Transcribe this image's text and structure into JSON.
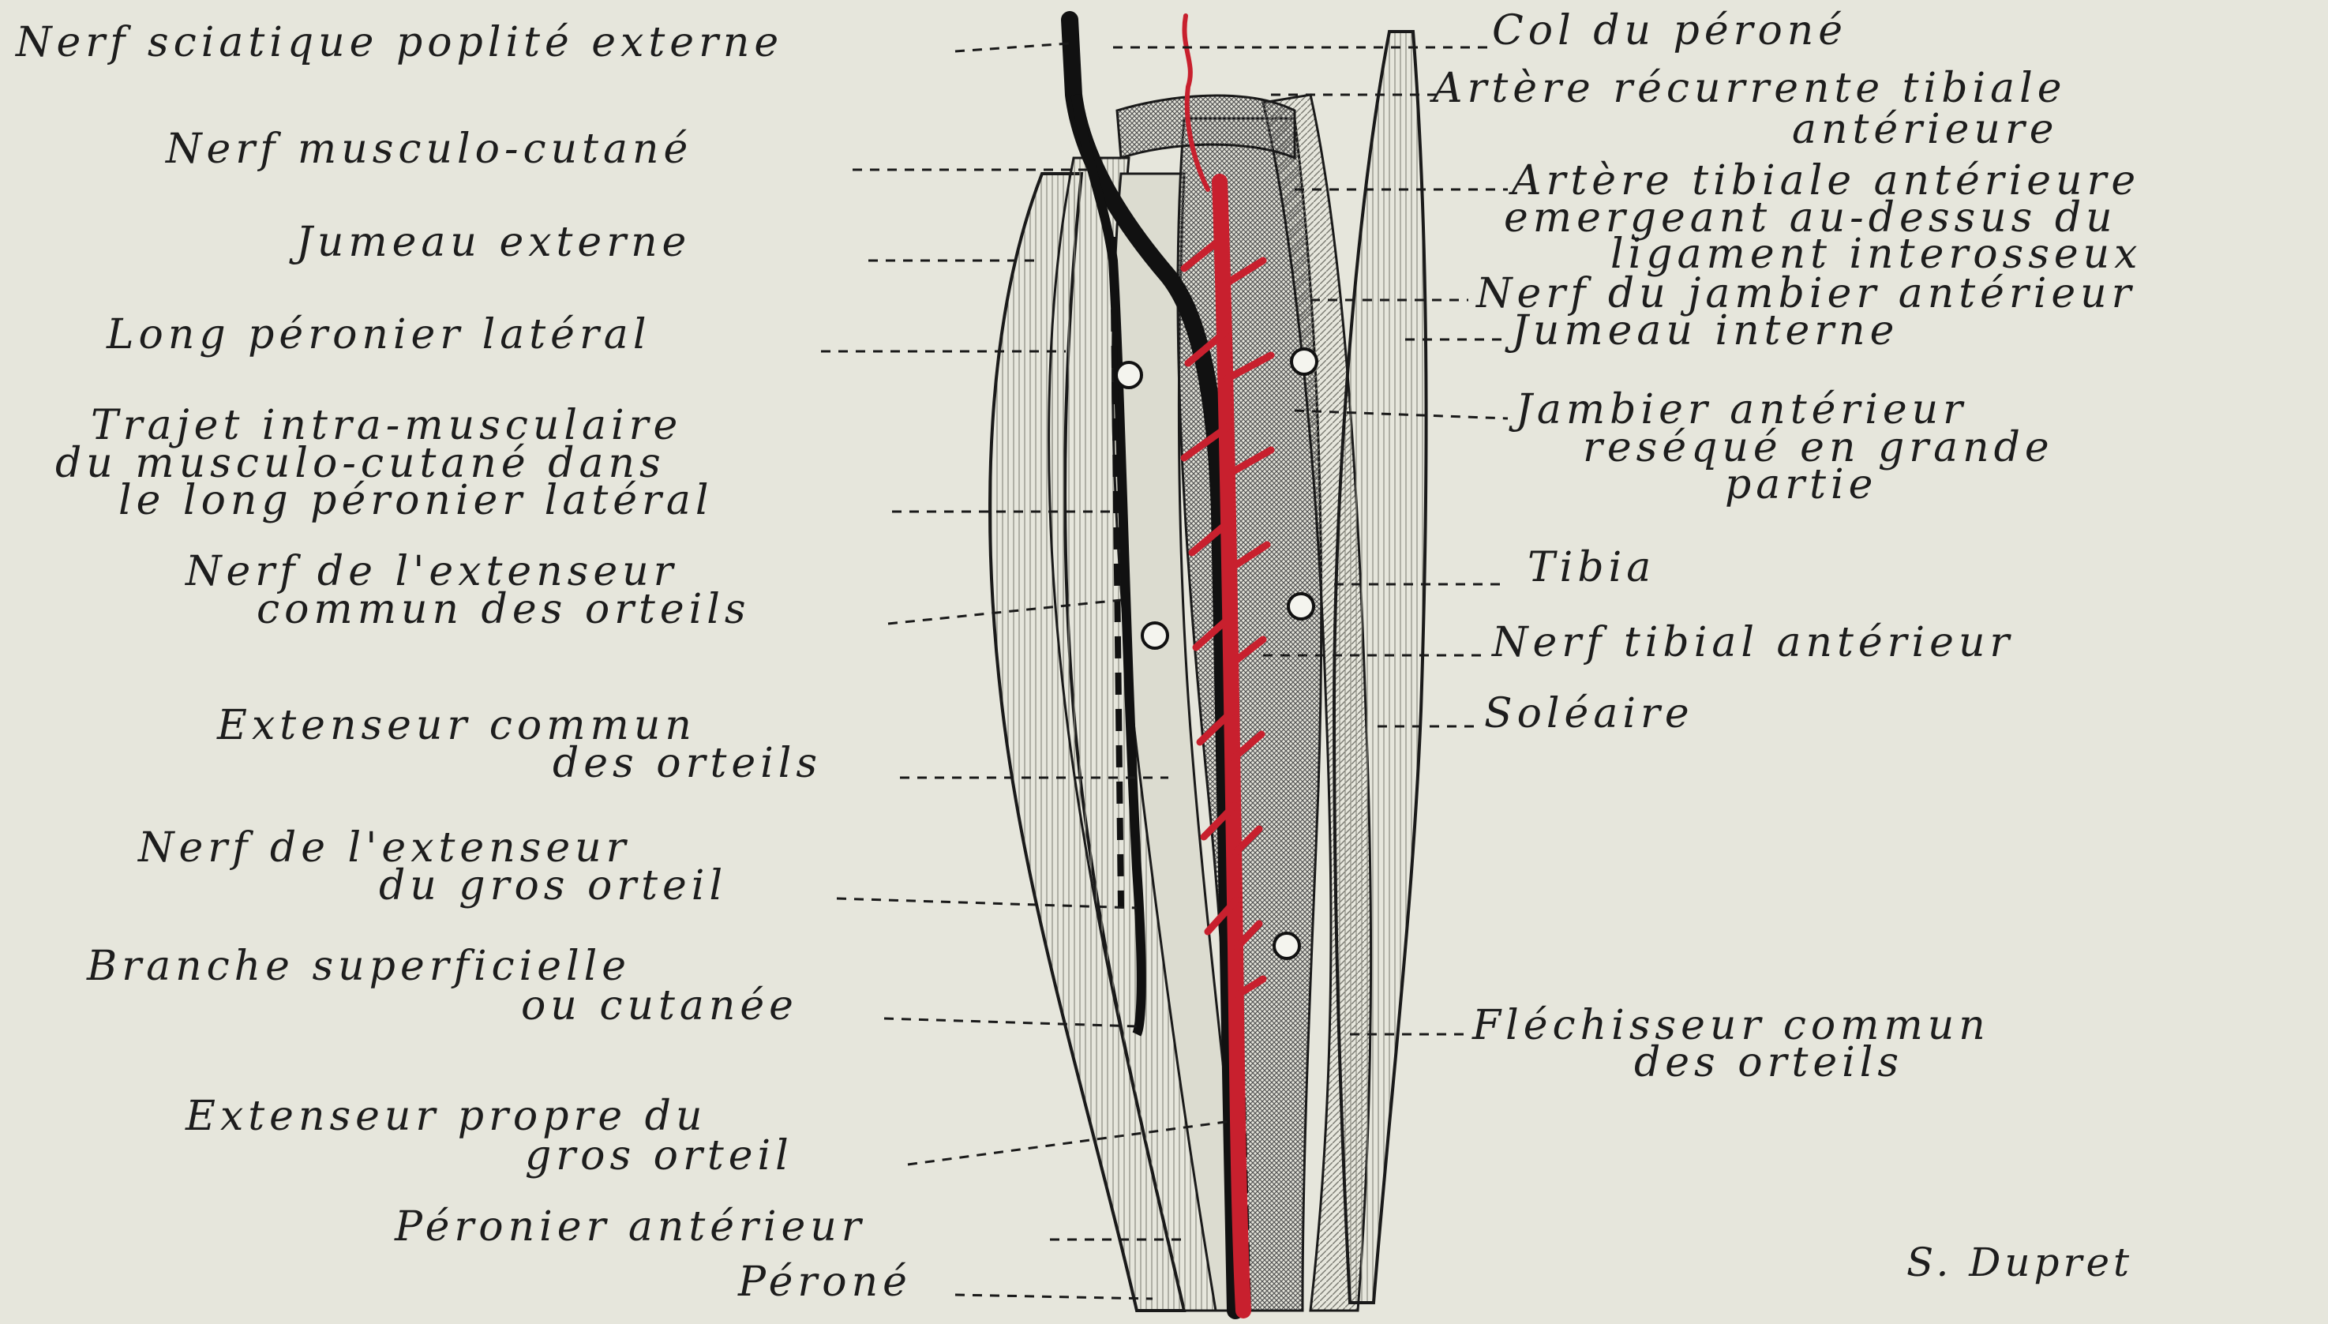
{
  "labels_left": [
    {
      "id": "nerf-sciatique",
      "text": "Nerf sciatique poplité externe"
    },
    {
      "id": "nerf-musculo-cutane",
      "text": "Nerf musculo-cutané"
    },
    {
      "id": "jumeau-externe",
      "text": "Jumeau externe"
    },
    {
      "id": "long-peronier",
      "text": "Long péronier latéral"
    },
    {
      "id": "trajet-1",
      "text": "Trajet intra-musculaire"
    },
    {
      "id": "trajet-2",
      "text": "du musculo-cutané dans"
    },
    {
      "id": "trajet-3",
      "text": "le long péronier latéral"
    },
    {
      "id": "nerf-ext-commun-1",
      "text": "Nerf de l'extenseur"
    },
    {
      "id": "nerf-ext-commun-2",
      "text": "commun des orteils"
    },
    {
      "id": "ext-commun-1",
      "text": "Extenseur commun"
    },
    {
      "id": "ext-commun-2",
      "text": "des orteils"
    },
    {
      "id": "nerf-gros-1",
      "text": "Nerf de l'extenseur"
    },
    {
      "id": "nerf-gros-2",
      "text": "du gros orteil"
    },
    {
      "id": "branche-1",
      "text": "Branche superficielle"
    },
    {
      "id": "branche-2",
      "text": "ou cutanée"
    },
    {
      "id": "ext-propre-1",
      "text": "Extenseur propre du"
    },
    {
      "id": "ext-propre-2",
      "text": "gros orteil"
    },
    {
      "id": "peronier-ant",
      "text": "Péronier antérieur"
    },
    {
      "id": "perone",
      "text": "Péroné"
    }
  ],
  "labels_right": [
    {
      "id": "col-perone",
      "text": "Col du péroné"
    },
    {
      "id": "art-rec-1",
      "text": "Artère récurrente tibiale"
    },
    {
      "id": "art-rec-2",
      "text": "antérieure"
    },
    {
      "id": "art-tib-1",
      "text": "Artère tibiale antérieure"
    },
    {
      "id": "art-tib-2",
      "text": "emergeant au-dessus du"
    },
    {
      "id": "art-tib-3",
      "text": "ligament interosseux"
    },
    {
      "id": "nerf-jambier",
      "text": "Nerf du jambier antérieur"
    },
    {
      "id": "jumeau-interne",
      "text": "Jumeau interne"
    },
    {
      "id": "jambier-1",
      "text": "Jambier antérieur"
    },
    {
      "id": "jambier-2",
      "text": "reséqué en grande"
    },
    {
      "id": "jambier-3",
      "text": "partie"
    },
    {
      "id": "tibia",
      "text": "Tibia"
    },
    {
      "id": "nerf-tibial",
      "text": "Nerf tibial antérieur"
    },
    {
      "id": "soleaire",
      "text": "Soléaire"
    },
    {
      "id": "flechisseur-1",
      "text": "Fléchisseur commun"
    },
    {
      "id": "flechisseur-2",
      "text": "des orteils"
    }
  ],
  "signature": "S. Dupret",
  "colors": {
    "paper": "#e6e6dc",
    "ink": "#1a1a1a",
    "artery": "#c8202e"
  }
}
